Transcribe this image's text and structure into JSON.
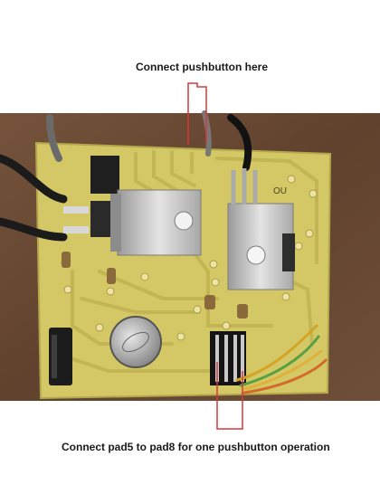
{
  "captions": {
    "top": "Connect pushbutton here",
    "bottom": "Connect pad5 to pad8 for one pushbutton operation"
  },
  "board": {
    "marking": "OU"
  },
  "colors": {
    "background_table": "#6b4a32",
    "pcb": "#d6cb6a",
    "traces": "#c9bd58",
    "annotation_line": "#d33a3a",
    "heatsink": "#c8c8c8"
  }
}
